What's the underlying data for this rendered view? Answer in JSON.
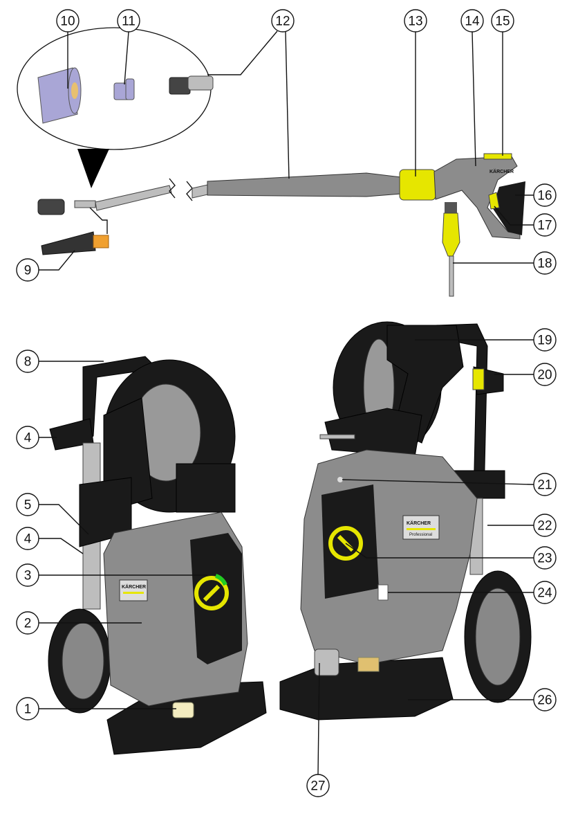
{
  "diagram": {
    "title": "Pressure washer component overview",
    "brand_logo_text": "KÄRCHER",
    "brand_sub_text": "Professional",
    "callouts": [
      "1",
      "2",
      "3",
      "4",
      "4",
      "5",
      "8",
      "9",
      "10",
      "11",
      "12",
      "13",
      "14",
      "15",
      "16",
      "17",
      "18",
      "19",
      "20",
      "21",
      "22",
      "23",
      "24",
      "26",
      "27"
    ],
    "colors": {
      "body_grey": "#8c8c8c",
      "accent_yellow": "#e6e600",
      "frame_black": "#1a1a1a",
      "nozzle_purple": "#a9a6d6",
      "green_indicator": "#22cc22"
    }
  }
}
